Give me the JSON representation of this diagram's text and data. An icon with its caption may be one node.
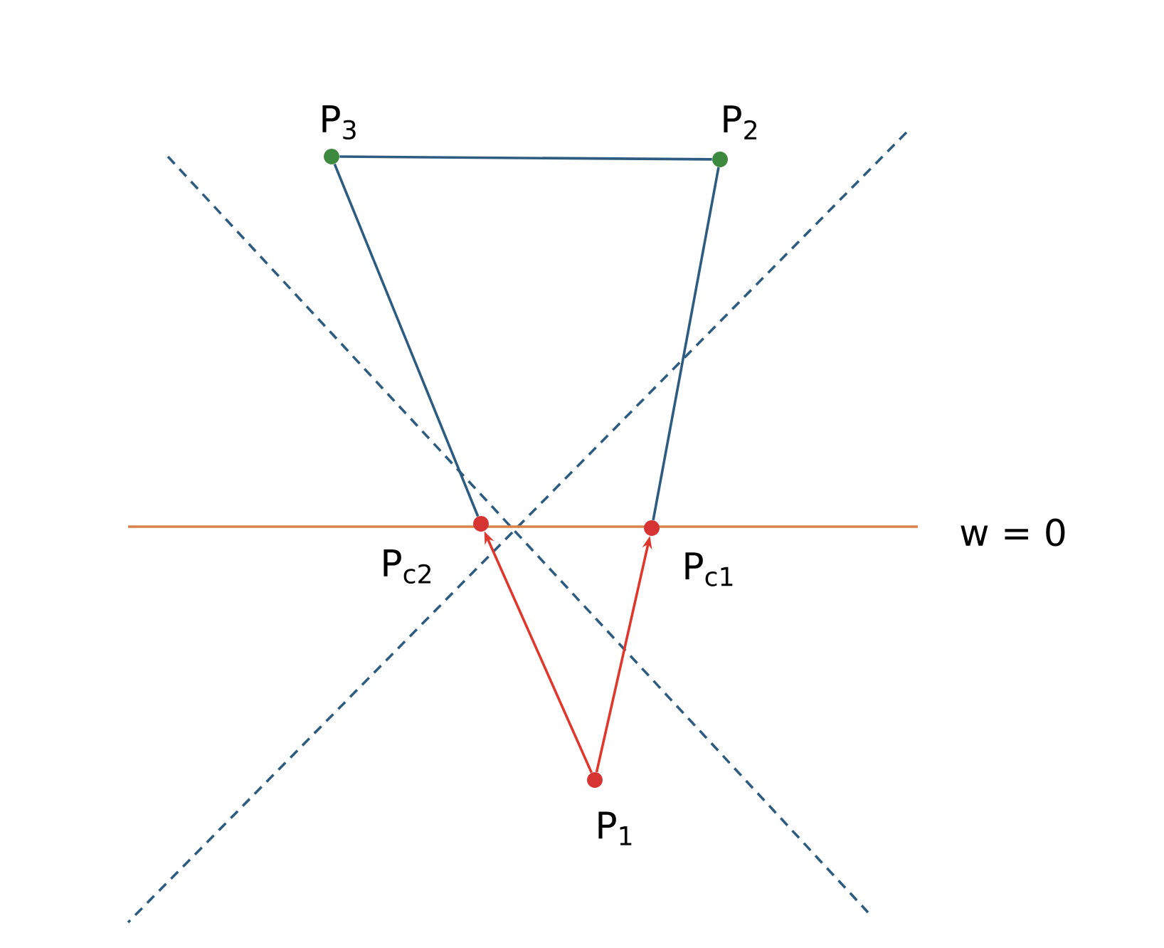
{
  "diagram": {
    "nodes": [
      {
        "text": [
          "P$_{3}$"
        ]
      },
      {
        "text": [
          "P$_{2}$"
        ]
      },
      {
        "text": [
          "P$_{c2}$"
        ]
      },
      {
        "text": [
          "P$_{c1}$"
        ]
      },
      {
        "text": [
          "P$_{1}$"
        ]
      }
    ],
    "edges": [
      {
        "from": 0,
        "to": 1,
        "arrow": "none"
      },
      {
        "from": 0,
        "to": 2,
        "arrow": "none"
      },
      {
        "from": 1,
        "to": 3,
        "arrow": "none"
      },
      {
        "from": 4,
        "to": 2,
        "arrow": "to",
        "color": "#e0372c"
      },
      {
        "from": 4,
        "to": 3,
        "arrow": "to",
        "color": "#e0372c"
      }
    ],
    "labels": [
      "w = 0"
    ]
  }
}
